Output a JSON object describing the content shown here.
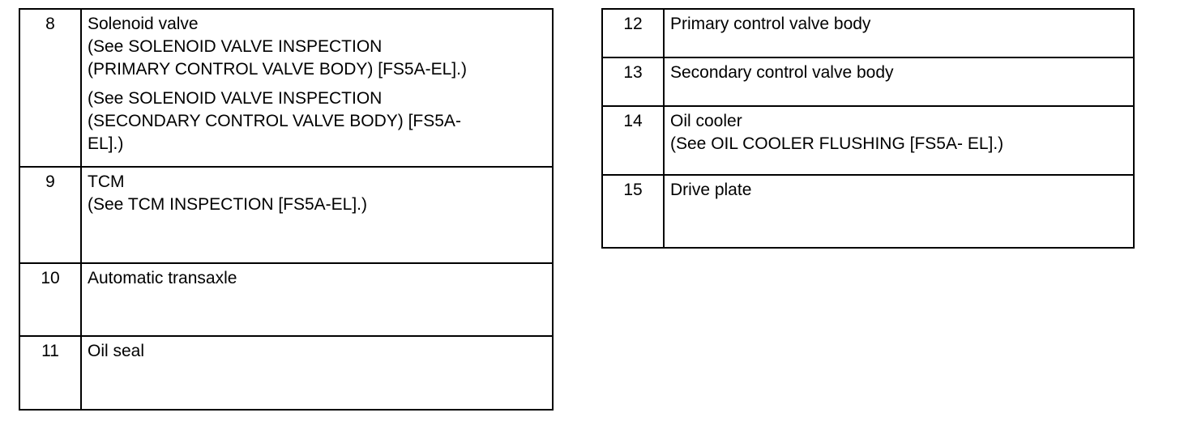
{
  "left_table": [
    {
      "number": "8",
      "name": "Solenoid valve",
      "refs": [
        " (See SOLENOID VALVE INSPECTION\n(PRIMARY CONTROL VALVE BODY) [FS5A-EL].)",
        " (See SOLENOID VALVE INSPECTION\n(SECONDARY CONTROL VALVE BODY) [FS5A-\nEL].)"
      ]
    },
    {
      "number": "9",
      "name": "TCM",
      "refs": [
        " (See TCM INSPECTION [FS5A-EL].)"
      ]
    },
    {
      "number": "10",
      "name": "Automatic transaxle",
      "refs": []
    },
    {
      "number": "11",
      "name": "Oil seal",
      "refs": []
    }
  ],
  "right_table": [
    {
      "number": "12",
      "name": "Primary control valve body",
      "refs": []
    },
    {
      "number": "13",
      "name": "Secondary control valve body",
      "refs": []
    },
    {
      "number": "14",
      "name": "Oil cooler",
      "refs": [
        " (See OIL COOLER FLUSHING [FS5A- EL].)"
      ]
    },
    {
      "number": "15",
      "name": "Drive plate",
      "refs": []
    }
  ]
}
